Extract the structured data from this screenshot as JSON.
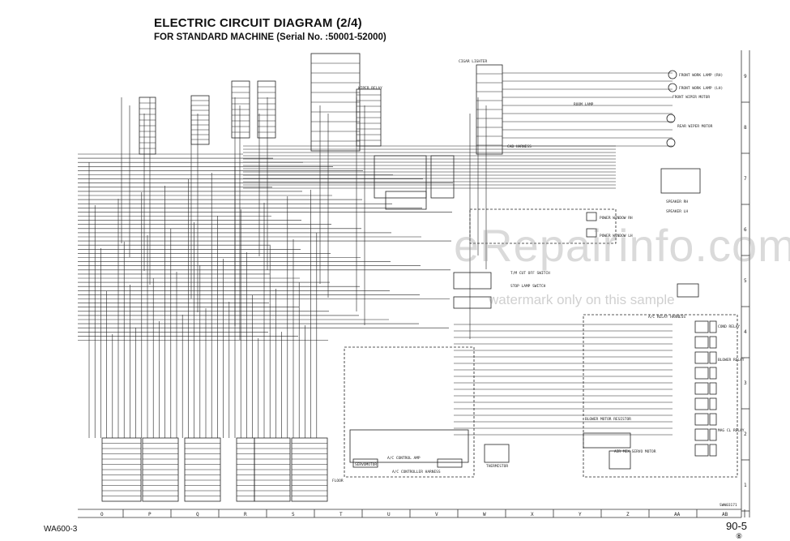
{
  "header": {
    "title": "ELECTRIC CIRCUIT DIAGRAM (2/4)",
    "subtitle": "FOR STANDARD MACHINE (Serial No. :50001-52000)"
  },
  "footer": {
    "model": "WA600-3",
    "page": "90-5",
    "revision": "⑧"
  },
  "watermark": {
    "site": "eRepairinfo.com",
    "note": "watermark only on this sample"
  },
  "grid": {
    "bottom_labels": [
      "O",
      "P",
      "Q",
      "R",
      "S",
      "T",
      "U",
      "V",
      "W",
      "X",
      "Y",
      "Z",
      "AA",
      "AB"
    ],
    "side_labels": [
      "9",
      "8",
      "7",
      "6",
      "5",
      "4",
      "3",
      "2",
      "1"
    ]
  },
  "labels": {
    "ac_controller_harness": "A/C CONTROLLER HARNESS",
    "ac_control_amp": "A/C CONTROL AMP",
    "ac_relay_harness": "A/C RELAY HARNESS",
    "cab_harness": "CAB HARNESS",
    "front_work_lamp_rh": "FRONT WORK LAMP (RH)",
    "front_work_lamp_lh": "FRONT WORK LAMP (LH)",
    "front_wiper_motor": "FRONT WIPER MOTOR",
    "rear_wiper_motor": "REAR WIPER MOTOR",
    "room_lamp": "ROOM LAMP",
    "speaker_rh": "SPEAKER RH",
    "speaker_lh": "SPEAKER LH",
    "power_window_rh": "POWER WINDOW RH",
    "power_window_lh": "POWER WINDOW LH",
    "blower_motor_resistor": "BLOWER MOTOR RESISTOR",
    "thermistor": "THERMISTOR",
    "servomotor": "SERVOMOTOR",
    "wiper_relay": "WIPER RELAY",
    "cigar_lighter": "CIGAR LIGHTER",
    "cond_relay": "COND RELAY",
    "blower_relay": "BLOWER RELAY",
    "mag_clutch_relay": "MAG CL RELAY",
    "air_mix_servo": "AIR MIX SERVO MOTOR",
    "tm_cut_off_switch": "T/M CUT OFF SWITCH",
    "stop_lamp_switch": "STOP LAMP SWITCH",
    "floor": "FLOOR",
    "drawing_no": "SWW03171"
  }
}
